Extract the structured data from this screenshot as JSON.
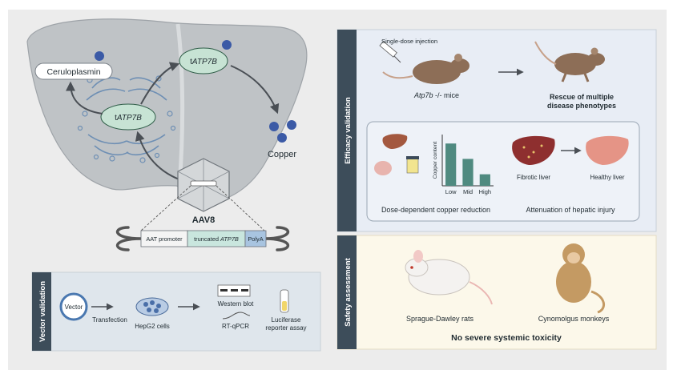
{
  "colors": {
    "background": "#ececec",
    "liver": "#bfc3c6",
    "band_dark": "#3d4d5a",
    "efficacy_panel": "#e8edf5",
    "safety_panel": "#fcf8ea",
    "vector_panel": "#dfe6ec",
    "protein": "#c7e3d4",
    "copper_ion": "#3b5aa6",
    "cassette_teal": "#c9e6de",
    "cassette_blue": "#a8c4e0"
  },
  "liver_panel": {
    "ceruloplasmin": "Ceruloplasmin",
    "protein_golgi_prefix": "t",
    "protein_golgi_name": "ATP7B",
    "protein_membrane_prefix": "t",
    "protein_membrane_name": "ATP7B",
    "copper": "Copper",
    "vector_name": "AAV8",
    "cassette": {
      "promoter": "AAT promoter",
      "gene_prefix": "truncated ",
      "gene_name": "ATP7B",
      "polya": "PolyA"
    }
  },
  "vector_validation": {
    "band_label": "Vector validation",
    "plasmid": "Vector",
    "step1": "Transfection",
    "cells": "HepG2 cells",
    "western": "Western blot",
    "qpcr": "RT-qPCR",
    "luciferase_line1": "Luciferase",
    "luciferase_line2": "reporter assay"
  },
  "efficacy": {
    "band_label": "Efficacy validation",
    "injection": "Single-dose injection",
    "mice_italic": "Atp7b",
    "mice_rest": " -/- mice",
    "rescue_line1": "Rescue of multiple",
    "rescue_line2": "disease phenotypes",
    "copper_chart_ylabel": "Copper content",
    "dose_caption": "Dose-dependent copper reduction",
    "fibrotic": "Fibrotic liver",
    "healthy": "Healthy liver",
    "hepatic_caption": "Attenuation of hepatic injury"
  },
  "safety": {
    "band_label": "Safety assessment",
    "rats": "Sprague-Dawley rats",
    "monkeys": "Cynomolgus monkeys",
    "conclusion": "No severe systemic toxicity"
  },
  "chart_data": {
    "type": "bar",
    "categories": [
      "Low",
      "Mid",
      "High"
    ],
    "values": [
      0.88,
      0.56,
      0.24
    ],
    "ylabel": "Copper content",
    "ylim": [
      0,
      1
    ],
    "grid": false
  }
}
